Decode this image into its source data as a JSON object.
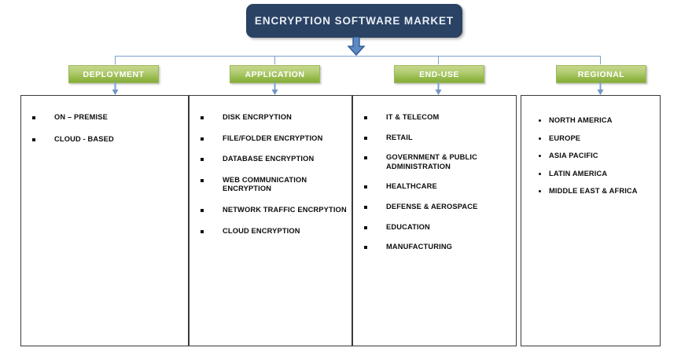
{
  "root": {
    "label": "ENCRYPTION SOFTWARE MARKET",
    "fill": "#2a4264",
    "text_color": "#e8edf4"
  },
  "theme": {
    "connector_color": "#7ba0d0",
    "arrow_fill": "#5b8ac5",
    "arrow_stroke": "#2f5a94",
    "header_green_top": "#c5d78c",
    "header_green_bottom": "#86ad3c",
    "box_border": "#3a3a3a"
  },
  "columns": [
    {
      "key": "deployment",
      "header": "DEPLOYMENT",
      "bullet": "square",
      "items": [
        "ON – PREMISE",
        "CLOUD - BASED"
      ]
    },
    {
      "key": "application",
      "header": "APPLICATION",
      "bullet": "square",
      "items": [
        "DISK ENCRPYTION",
        "FILE/FOLDER ENCRYPTION",
        "DATABASE ENCRYPTION",
        "WEB COMMUNICATION ENCRYPTION",
        "NETWORK TRAFFIC ENCRPYTION",
        "CLOUD ENCRYPTION"
      ]
    },
    {
      "key": "enduse",
      "header": "END-USE",
      "bullet": "square",
      "items": [
        "IT & TELECOM",
        "RETAIL",
        "GOVERNMENT & PUBLIC ADMINISTRATION",
        "HEALTHCARE",
        "DEFENSE & AEROSPACE",
        "EDUCATION",
        "MANUFACTURING"
      ]
    },
    {
      "key": "regional",
      "header": "REGIONAL",
      "bullet": "round",
      "items": [
        "NORTH AMERICA",
        "EUROPE",
        "ASIA PACIFIC",
        "LATIN AMERICA",
        "MIDDLE EAST & AFRICA"
      ]
    }
  ]
}
